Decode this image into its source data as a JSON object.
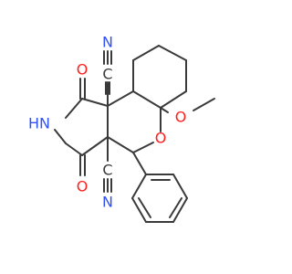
{
  "colors": {
    "bond": "#3a3a3a",
    "nitrogen": "#3050f8",
    "oxygen": "#ff2020",
    "background": "#ffffff"
  },
  "atoms": {
    "n_top_nitrile": "N",
    "c_top_nitrile": "C",
    "o_upper_carbonyl": "O",
    "nh_imide": "HN",
    "o_lower_carbonyl": "O",
    "c_bottom_nitrile": "C",
    "n_bottom_nitrile": "N",
    "o_ring": "O",
    "o_methoxy": "O"
  }
}
